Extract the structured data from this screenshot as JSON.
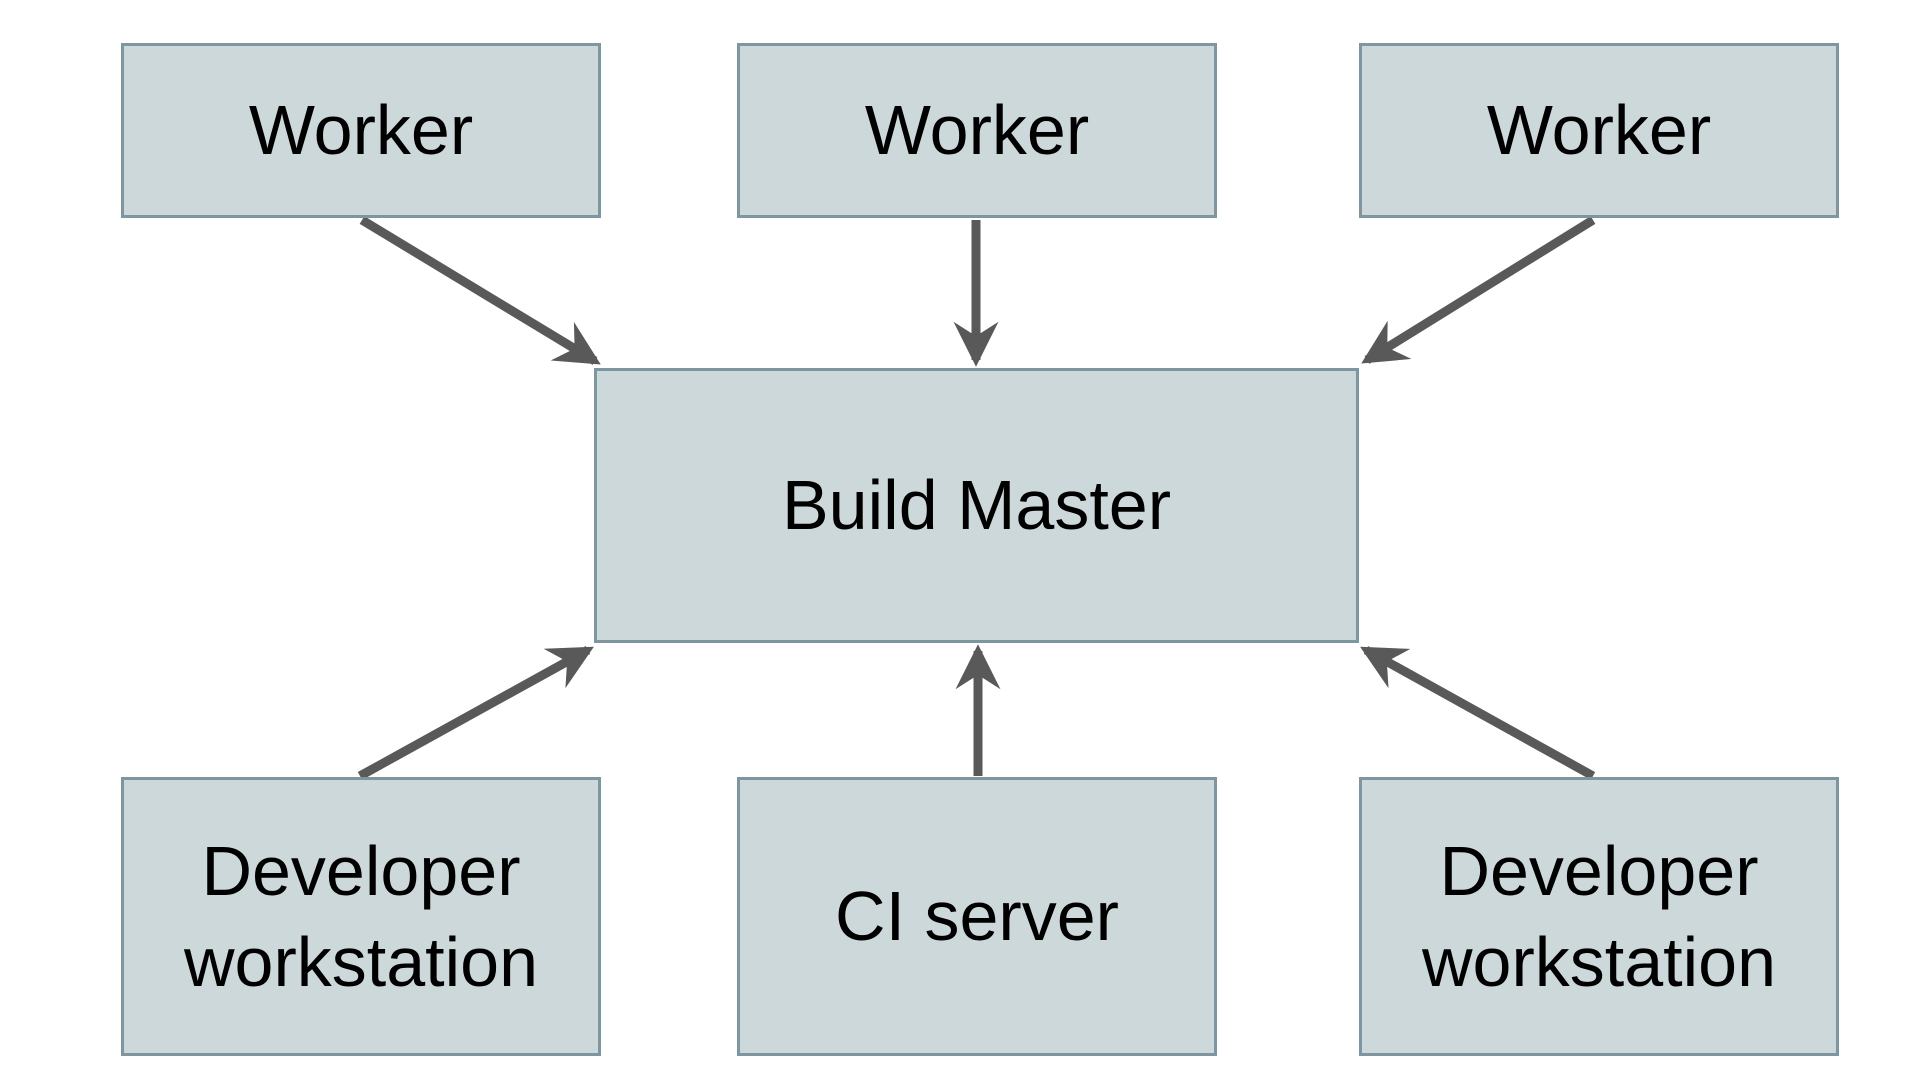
{
  "diagram": {
    "description": "Distributed build system architecture: three Workers, a CI server and two Developer workstations all connect to a central Build Master.",
    "nodes": [
      {
        "id": "worker-1",
        "label": "Worker"
      },
      {
        "id": "worker-2",
        "label": "Worker"
      },
      {
        "id": "worker-3",
        "label": "Worker"
      },
      {
        "id": "build-master",
        "label": "Build Master"
      },
      {
        "id": "developer-workstation-1",
        "label": "Developer workstation"
      },
      {
        "id": "ci-server",
        "label": "CI server"
      },
      {
        "id": "developer-workstation-2",
        "label": "Developer workstation"
      }
    ],
    "edges": [
      {
        "from": "worker-1",
        "to": "build-master"
      },
      {
        "from": "worker-2",
        "to": "build-master"
      },
      {
        "from": "worker-3",
        "to": "build-master"
      },
      {
        "from": "developer-workstation-1",
        "to": "build-master"
      },
      {
        "from": "ci-server",
        "to": "build-master"
      },
      {
        "from": "developer-workstation-2",
        "to": "build-master"
      }
    ],
    "colors": {
      "node_fill": "#cdd8da",
      "node_border": "#7e96a0",
      "arrow": "#595959",
      "text": "#000000",
      "background": "#ffffff"
    }
  }
}
